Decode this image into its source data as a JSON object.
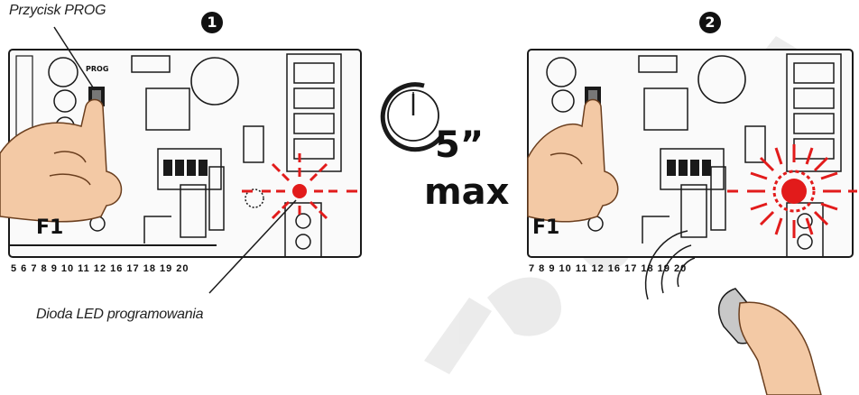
{
  "labels": {
    "prog_button": "Przycisk PROG",
    "led": "Dioda LED programowania",
    "prog_on_board": "PROG"
  },
  "steps": [
    "1",
    "2"
  ],
  "timer": {
    "value": "5”",
    "max": "max"
  },
  "board": {
    "terminals_left": "5 6 7 8 9 10 11 12   16 17 18 19 20",
    "terminals_right": "7 8 9 10 11 12   16 17 18 19 20",
    "f1": "F1"
  },
  "colors": {
    "led_red": "#e21b1b",
    "watermark": "#d9d9d9",
    "skin": "#f3c9a5",
    "ink": "#1a1a1a"
  },
  "icons": [
    "hand-pressing-icon",
    "clock-icon",
    "remote-control-icon",
    "led-burst-icon"
  ]
}
